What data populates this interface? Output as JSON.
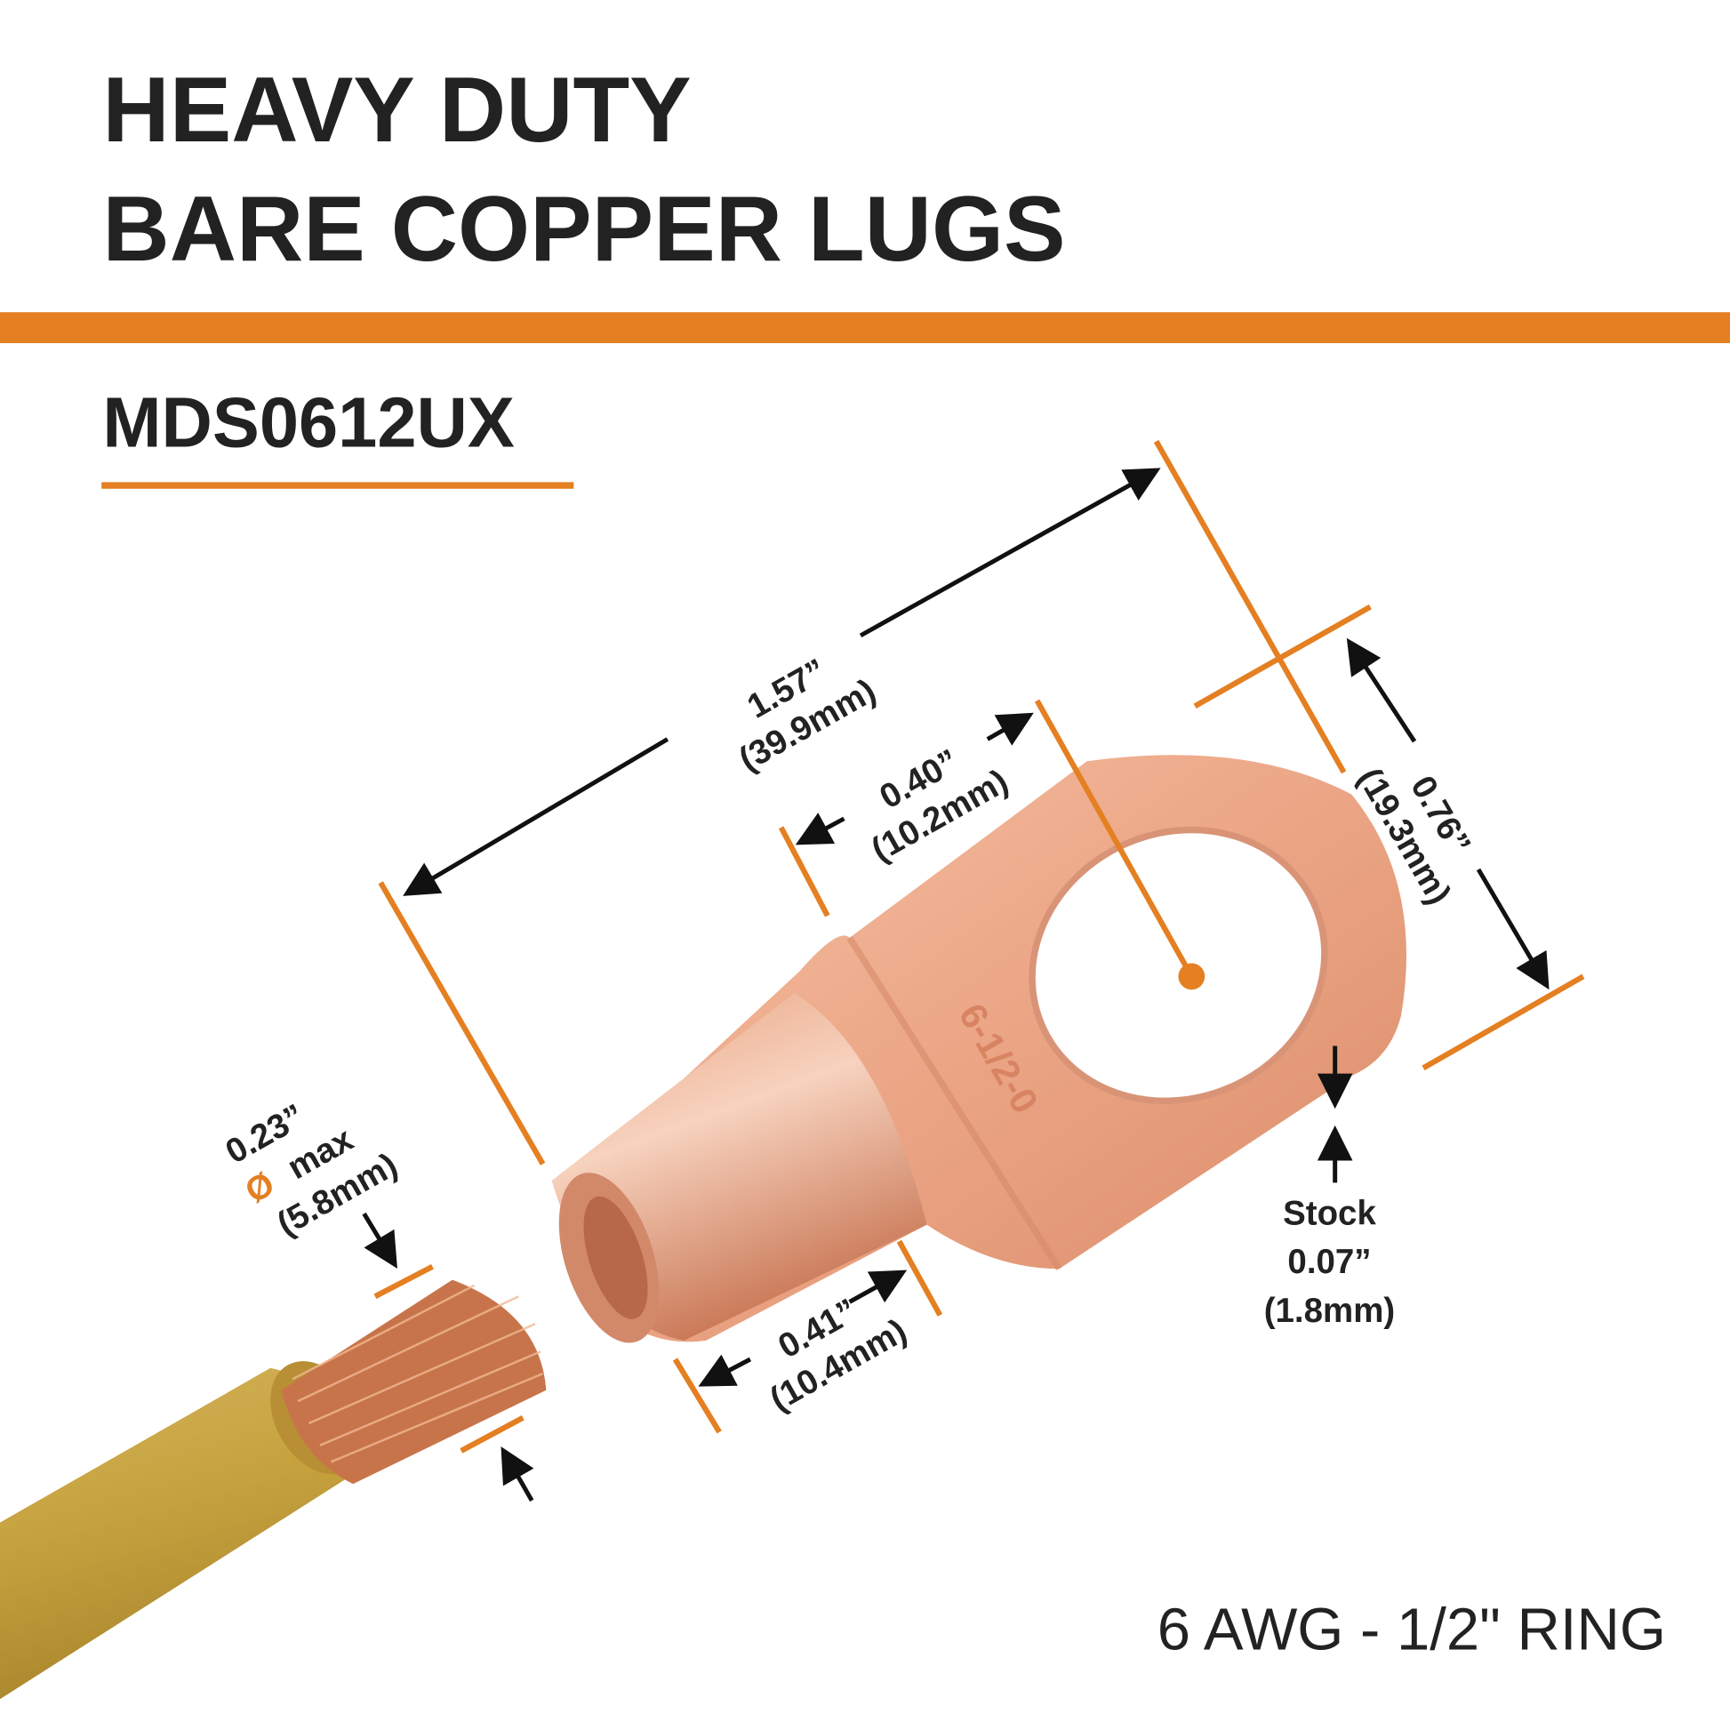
{
  "header": {
    "title_line1": "HEAVY DUTY",
    "title_line2": "BARE COPPER LUGS",
    "model": "MDS0612UX"
  },
  "footer": {
    "spec": "6 AWG - 1/2\" RING"
  },
  "dimensions": {
    "length": {
      "in": "1.57”",
      "mm": "(39.9mm)"
    },
    "tongue": {
      "in": "0.40”",
      "mm": "(10.2mm)"
    },
    "width": {
      "in": "0.76”",
      "mm": "(19.3mm)"
    },
    "barrel": {
      "in": "0.41”",
      "mm": "(10.4mm)"
    },
    "stock": {
      "label": "Stock",
      "in": "0.07”",
      "mm": "(1.8mm)"
    },
    "wire": {
      "in": "0.23”",
      "symbol": "Ø",
      "max": "max",
      "mm": "(5.8mm)"
    }
  },
  "colors": {
    "accent": "#E47F22",
    "text": "#222222",
    "copper": "#E9A080",
    "wire": "#C9A640"
  }
}
